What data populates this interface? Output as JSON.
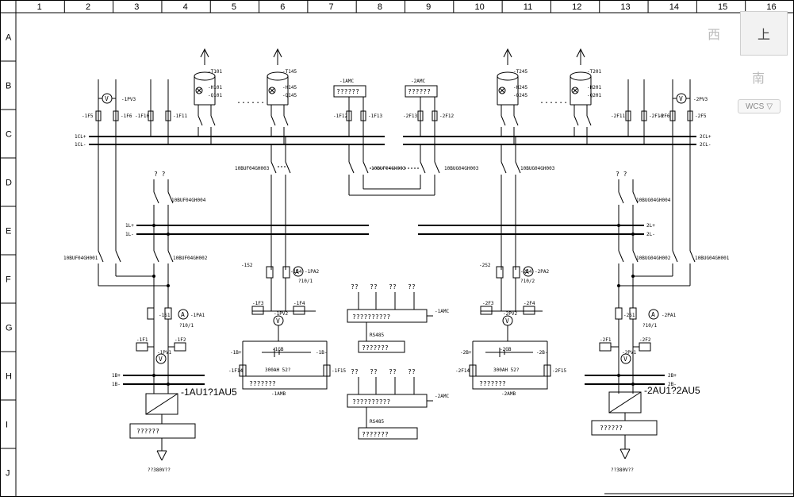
{
  "grid": {
    "columns": [
      "1",
      "2",
      "3",
      "4",
      "5",
      "6",
      "7",
      "8",
      "9",
      "10",
      "11",
      "12",
      "13",
      "14",
      "15",
      "16"
    ],
    "rows": [
      "A",
      "B",
      "C",
      "D",
      "E",
      "F",
      "G",
      "H",
      "I",
      "J"
    ]
  },
  "viewcube": {
    "face_label": "上",
    "west_label": "西",
    "south_label": "南"
  },
  "wcs": {
    "label": "WCS",
    "arrow": "▽"
  },
  "buses": {
    "cl_pos": "1CL+",
    "cl_neg": "1CL-",
    "cl2_pos": "2CL+",
    "cl2_neg": "2CL-",
    "el_pos": "1L+",
    "el_neg": "1L-",
    "el2_pos": "2L+",
    "el2_neg": "2L-",
    "h_pos": "1B+",
    "h_neg": "1B-",
    "h2_pos": "2B+",
    "h2_neg": "2B-"
  },
  "top": {
    "fuses_left": [
      "-1F5",
      "-1F6",
      "-1F10",
      "-1F11"
    ],
    "v_left": "-1PV3",
    "feeder1": [
      "-T101",
      "-H101",
      "-Q101"
    ],
    "feeder2": [
      "-T145",
      "-H145",
      "-Q145"
    ],
    "feeder3": [
      "-T245",
      "-H245",
      "-Q245"
    ],
    "feeder4": [
      "-T201",
      "-H201",
      "-Q201"
    ],
    "dots": "......",
    "amc1_title": "-1AMC",
    "amc1_text": "??????",
    "amc2_title": "-2AMC",
    "amc2_text": "??????",
    "mid_fuses": [
      "-1F12",
      "-1F13",
      "-2F13",
      "-2F12"
    ],
    "fuses_right": [
      "-2F11",
      "-2F10",
      "-2F6",
      "-2F5"
    ],
    "v_right": "-2PV3"
  },
  "switches": {
    "s1": "10BUF04GH003",
    "s2": "10BUF04GH003",
    "s3": "10BUG04GH003",
    "s4": "10BUG04GH003",
    "s5": "10BUF04GH004",
    "s6": "10BUF04GH001",
    "s7": "10BUF04GH002",
    "s8": "10BUG04GH004",
    "s9": "10BUG04GH002",
    "s10": "10BUG04GH001",
    "qq": "? ?"
  },
  "left_charger": {
    "pa2": "-1PA2",
    "s2": "-1S2",
    "s4": "-1S4",
    "pa1": "-1PA1",
    "s1": "-1S1",
    "pv2": "-1PV2",
    "pv1": "-1PV1",
    "f3": "-1F3",
    "f4": "-1F4",
    "f1": "-1F1",
    "f2": "-1F2",
    "ratio1": "?10/1",
    "ratio2": "?10/1",
    "battery": "-1GB",
    "b_left": "-1B+",
    "b_right": "-1B-",
    "f14": "-1F14",
    "f15": "-1F15",
    "batt_spec": "300AH 52?",
    "batt_box": "???????",
    "batt_name": "-1AMB",
    "rectifier": "-1AU1?1AU5",
    "rect_box": "??????",
    "supply": "??380V??"
  },
  "right_charger": {
    "pa2": "-2PA2",
    "s2": "-2S2",
    "s4": "-2S4",
    "pa1": "-2PA1",
    "s1": "-2S1",
    "pv2": "-2PV2",
    "pv1": "-2PV1",
    "f3": "-2F3",
    "f4": "-2F4",
    "f1": "-2F1",
    "f2": "-2F2",
    "ratio1": "?10/2",
    "ratio2": "?10/1",
    "battery": "-2GB",
    "b_left": "-2B+",
    "b_right": "-2B-",
    "f14": "-2F14",
    "f15": "-2F15",
    "batt_spec": "300AH 52?",
    "batt_box": "???????",
    "batt_name": "-2AMB",
    "rectifier": "-2AU1?2AU5",
    "rect_box": "??????",
    "supply": "??380V??"
  },
  "center": {
    "q_top": [
      "??",
      "??",
      "??",
      "??"
    ],
    "amc1_box": "??????????",
    "amc1_name": "-1AMC",
    "rs1": "RS485",
    "sub1_box": "???????",
    "q_mid": [
      "??",
      "??",
      "??",
      "??"
    ],
    "amc2_box": "??????????",
    "amc2_name": "-2AMC",
    "rs2": "RS485",
    "sub2_box": "???????"
  }
}
